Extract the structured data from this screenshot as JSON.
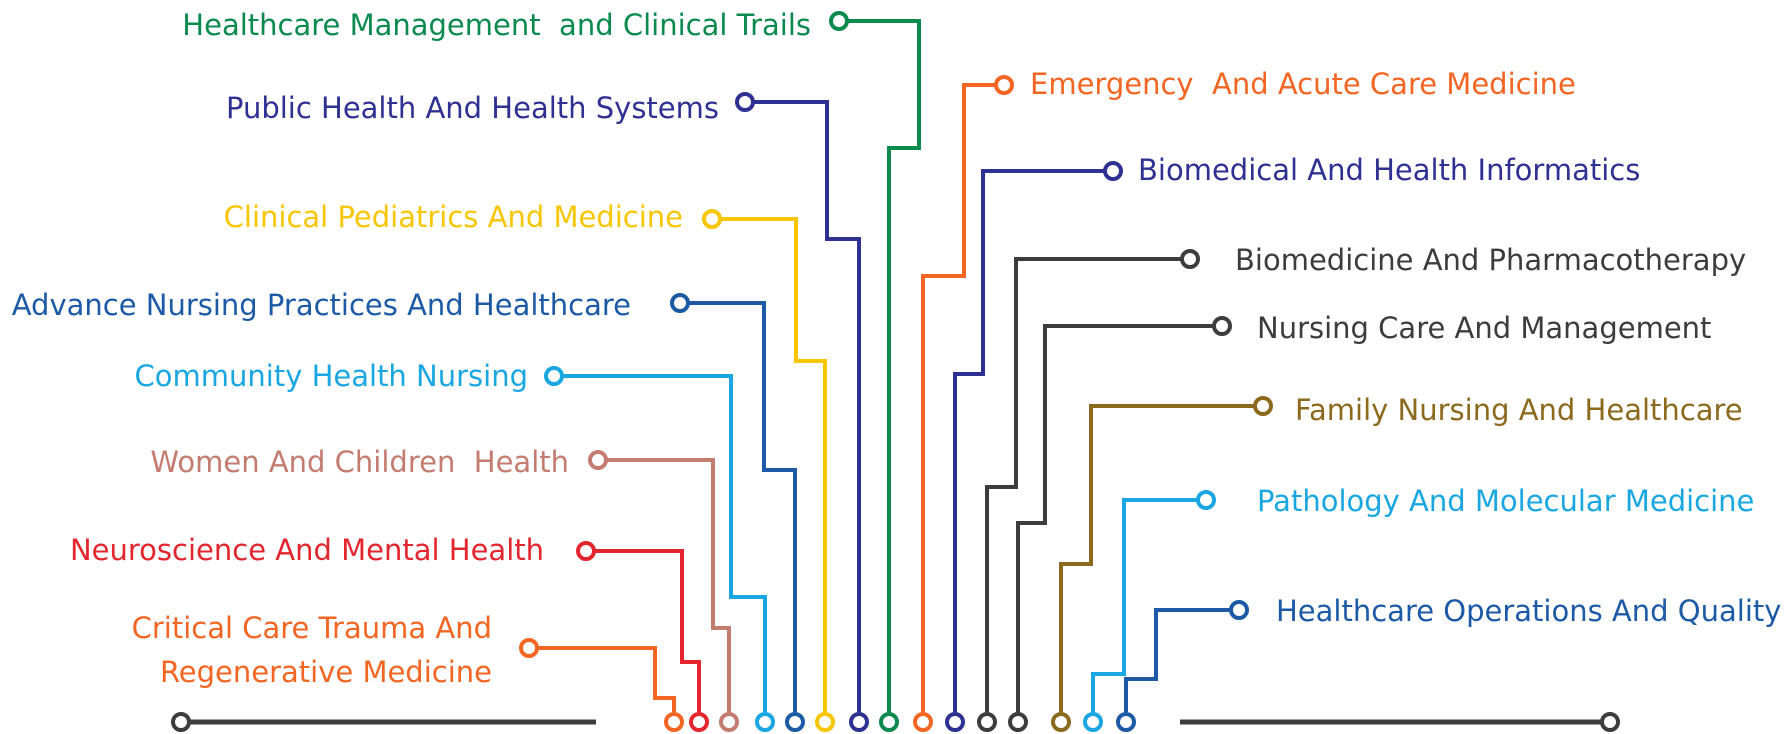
{
  "diagram": {
    "left_topics": [
      {
        "text": "Healthcare Management  and Clinical Trails",
        "color": "#0b8a4e"
      },
      {
        "text": "Public Health And Health Systems",
        "color": "#2e3192"
      },
      {
        "text": "Clinical Pediatrics And Medicine",
        "color": "#f7c600"
      },
      {
        "text": "Advance Nursing Practices And Healthcare",
        "color": "#1c5aa6"
      },
      {
        "text": "Community Health Nursing",
        "color": "#1aa7e1"
      },
      {
        "text": "Women And Children  Health",
        "color": "#c47b70"
      },
      {
        "text": "Neuroscience And Mental Health",
        "color": "#e3262d"
      },
      {
        "text": "Critical Care Trauma And",
        "color": "#f26522"
      },
      {
        "text": "Regenerative Medicine",
        "color": "#f26522"
      }
    ],
    "right_topics": [
      {
        "text": "Emergency  And Acute Care Medicine",
        "color": "#f26522"
      },
      {
        "text": "Biomedical And Health Informatics",
        "color": "#2e3192"
      },
      {
        "text": "Biomedicine And Pharmacotherapy",
        "color": "#3c3c3c"
      },
      {
        "text": "Nursing Care And Management",
        "color": "#3c3c3c"
      },
      {
        "text": "Family Nursing And Healthcare",
        "color": "#8b6a1e"
      },
      {
        "text": "Pathology And Molecular Medicine",
        "color": "#1aa7e1"
      },
      {
        "text": "Healthcare Operations And Quality",
        "color": "#1c5aa6"
      }
    ],
    "baseline_color": "#3c3c3c"
  }
}
